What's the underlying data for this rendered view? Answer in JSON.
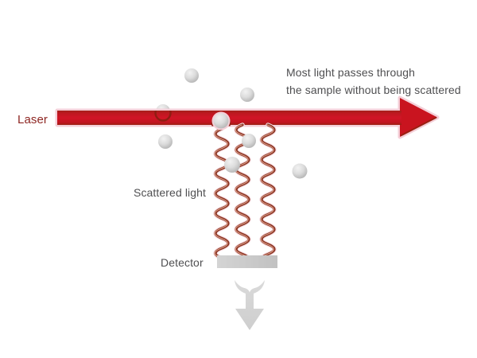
{
  "diagram": {
    "type": "dynamic-light-scattering-diagram",
    "labels": {
      "laser": "Laser",
      "scattered_light": "Scattered light",
      "detector": "Detector"
    },
    "annotation": {
      "line1": "Most light passes through",
      "line2": "the sample without being scattered"
    },
    "counts": {
      "particles": 8,
      "scattered_waves": 3
    },
    "colors": {
      "background": "#ffffff",
      "beam_red": "#c9141f",
      "beam_edge_dark": "#9a2012",
      "beam_glow_pink": "#f4cfd8",
      "laser_label_text": "#8e2723",
      "gray_text": "#4f4f51",
      "wave_dark": "#8a3322",
      "wave_highlight": "#d99c86",
      "wave_glow": "#f7dee3",
      "particle_shadow_on_beam": "#8f1d12",
      "particle_light": "#f2f2f2",
      "particle_dark": "#b3b3b3",
      "detector_fill": "#c9c9c9",
      "down_arrow_fill": "#d5d5d5"
    }
  }
}
